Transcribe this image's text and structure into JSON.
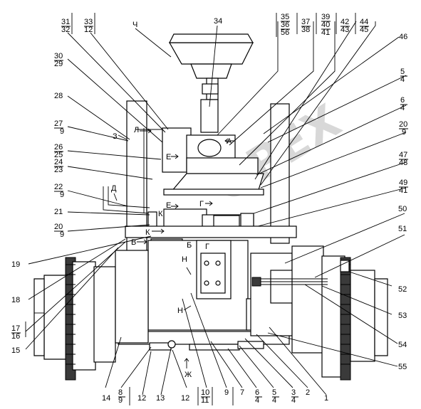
{
  "watermark": "OPEX",
  "callouts": {
    "top": [
      {
        "id": "c31_32",
        "lines": [
          "31",
          "32"
        ]
      },
      {
        "id": "c33_12",
        "lines": [
          "33",
          "12"
        ]
      },
      {
        "id": "c34",
        "lines": [
          "34"
        ]
      },
      {
        "id": "c35_36_56",
        "lines": [
          "35",
          "36",
          "56"
        ]
      },
      {
        "id": "c37_38",
        "lines": [
          "37",
          "38"
        ]
      },
      {
        "id": "c39_40_41",
        "lines": [
          "39",
          "40",
          "41"
        ]
      },
      {
        "id": "c42_43",
        "lines": [
          "42",
          "43"
        ]
      },
      {
        "id": "c44_45",
        "lines": [
          "44",
          "45"
        ]
      }
    ],
    "left": [
      {
        "id": "c30_29",
        "lines": [
          "30",
          "29"
        ]
      },
      {
        "id": "c28",
        "lines": [
          "28"
        ]
      },
      {
        "id": "c27_9",
        "lines": [
          "27",
          "9"
        ]
      },
      {
        "id": "c26_25",
        "lines": [
          "26",
          "25"
        ]
      },
      {
        "id": "c24_23",
        "lines": [
          "24",
          "23"
        ]
      },
      {
        "id": "c22_9",
        "lines": [
          "22",
          "9"
        ]
      },
      {
        "id": "c21",
        "lines": [
          "21"
        ]
      },
      {
        "id": "c20_9L",
        "lines": [
          "20",
          "9"
        ]
      },
      {
        "id": "c19",
        "lines": [
          "19"
        ]
      },
      {
        "id": "c18",
        "lines": [
          "18"
        ]
      },
      {
        "id": "c17_16",
        "lines": [
          "17",
          "16"
        ]
      },
      {
        "id": "c15",
        "lines": [
          "15"
        ]
      }
    ],
    "right": [
      {
        "id": "c46",
        "lines": [
          "46"
        ]
      },
      {
        "id": "c5_4R",
        "lines": [
          "5",
          "4"
        ]
      },
      {
        "id": "c6_4R",
        "lines": [
          "6",
          "4"
        ]
      },
      {
        "id": "c20_9R",
        "lines": [
          "20",
          "9"
        ]
      },
      {
        "id": "c47_48",
        "lines": [
          "47",
          "48"
        ]
      },
      {
        "id": "c49_41",
        "lines": [
          "49",
          "41"
        ]
      },
      {
        "id": "c50",
        "lines": [
          "50"
        ]
      },
      {
        "id": "c51",
        "lines": [
          "51"
        ]
      },
      {
        "id": "c52",
        "lines": [
          "52"
        ]
      },
      {
        "id": "c53",
        "lines": [
          "53"
        ]
      },
      {
        "id": "c54",
        "lines": [
          "54"
        ]
      },
      {
        "id": "c55",
        "lines": [
          "55"
        ]
      }
    ],
    "bottom": [
      {
        "id": "c14",
        "lines": [
          "14"
        ]
      },
      {
        "id": "c8_9",
        "lines": [
          "8",
          "9"
        ]
      },
      {
        "id": "c12a",
        "lines": [
          "12"
        ]
      },
      {
        "id": "c13",
        "lines": [
          "13"
        ]
      },
      {
        "id": "c12b",
        "lines": [
          "12"
        ]
      },
      {
        "id": "c10_11",
        "lines": [
          "10",
          "11"
        ]
      },
      {
        "id": "c9",
        "lines": [
          "9"
        ]
      },
      {
        "id": "c7",
        "lines": [
          "7"
        ]
      },
      {
        "id": "c6_4B",
        "lines": [
          "6",
          "4"
        ]
      },
      {
        "id": "c5_4B",
        "lines": [
          "5",
          "4"
        ]
      },
      {
        "id": "c3_4",
        "lines": [
          "3",
          "4"
        ]
      },
      {
        "id": "c2",
        "lines": [
          "2"
        ]
      },
      {
        "id": "c1",
        "lines": [
          "1"
        ]
      }
    ]
  },
  "view_letters": {
    "ch": "Ч",
    "l": "Л",
    "z": "З",
    "a": "А",
    "e1": "Е",
    "d": "Д",
    "e2": "Е",
    "g": "Г",
    "k1": "К",
    "k2": "К",
    "v": "В",
    "b": "Б",
    "g2": "Г",
    "n1": "Н",
    "n2": "Н",
    "zh": "Ж"
  }
}
